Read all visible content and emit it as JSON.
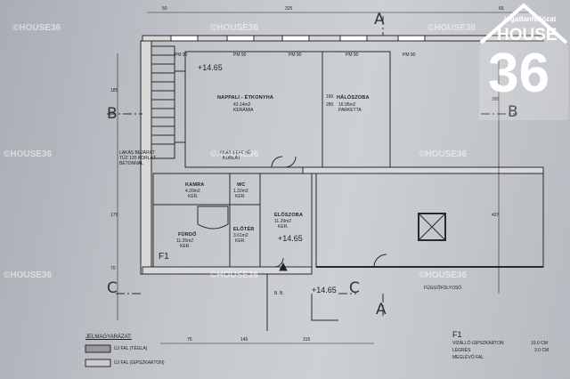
{
  "brand": {
    "tagline": "ingatlanhálózat",
    "name": "HOUSE",
    "number": "36",
    "watermark": "©HOUSE36",
    "colors": {
      "accent": "#ffffff"
    }
  },
  "rooms": {
    "living": {
      "name": "NAPPALI - ÉTKONYHA",
      "area": "43.14m2",
      "floor": "KERÁMIA"
    },
    "bedroom": {
      "name": "HÁLÓSZOBA",
      "area": "16.95m2",
      "floor": "PARKETTA",
      "dim1": "160",
      "dim2": "280"
    },
    "pantry": {
      "name": "KAMRA",
      "area": "4.20m2",
      "floor": "KER."
    },
    "wc": {
      "name": "WC",
      "area": "1.32m2",
      "floor": "KER."
    },
    "bathroom": {
      "name": "FÜRDŐ",
      "area": "11.25m2",
      "floor": "KER."
    },
    "hall_inner": {
      "name": "ELŐTÉR",
      "area": "3.61m2",
      "floor": "KER."
    },
    "hall": {
      "name": "ELŐSZOBA",
      "area": "11.29m2",
      "floor": "KER."
    }
  },
  "windows": [
    "PM 90",
    "PM 90",
    "PM 90",
    "PM 90",
    "PM 90"
  ],
  "levels": {
    "main": "+14.65",
    "hall": "+14.65",
    "corridor": "+14.65"
  },
  "section_marks": {
    "a": "A",
    "b": "B",
    "c": "C",
    "f1": "F1"
  },
  "notes": {
    "stair_left": [
      "LAKÁS BEJÁRAT",
      "TŰZ 120 KORLÁT",
      "BETONNAL"
    ],
    "stair_right": [
      "LAKÁS LEPCSŐ",
      "KORLÁT"
    ],
    "corridor": "FÜGGŐFOLYOSÓ",
    "entrance": "B. B."
  },
  "legend": {
    "title": "JELMAGYARÁZAT:",
    "items": [
      "ÚJ FAL (TÉGLA)",
      "ÚJ FAL (GIPSZKARTON)"
    ]
  },
  "spec": {
    "code": "F1",
    "rows": [
      {
        "label": "VÍZÁLLÓ GIPSZKARTON",
        "value": "10.0 CM"
      },
      {
        "label": "LÉGRÉS",
        "value": "3.0 CM"
      },
      {
        "label": "MEGLÉVŐ FAL",
        "value": ""
      }
    ]
  },
  "dims": {
    "top": [
      "50",
      "325",
      "65"
    ],
    "left": [
      "185",
      "175",
      "70"
    ],
    "right": [
      "395",
      "437"
    ],
    "bottom": [
      "75",
      "145",
      "315"
    ]
  }
}
